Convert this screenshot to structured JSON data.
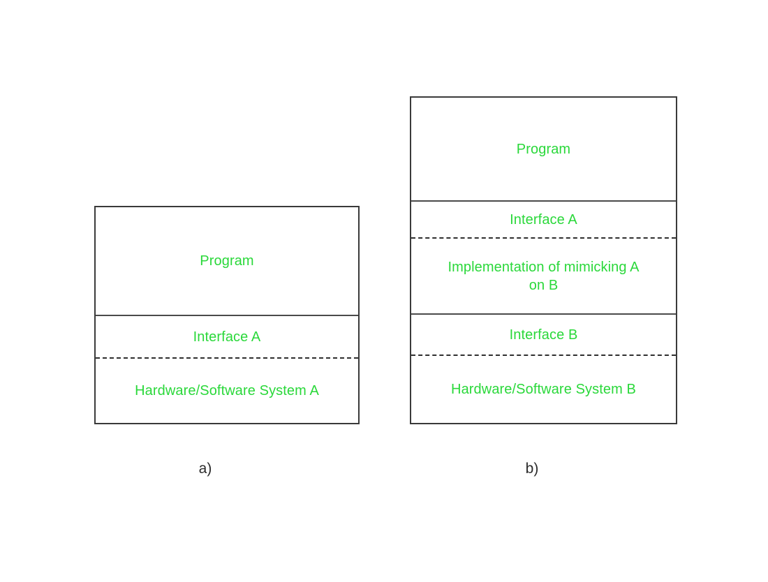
{
  "figure": {
    "background_color": "#ffffff",
    "text_color": "#2ad83a",
    "border_color": "#3a3a3a",
    "caption_color": "#2b2b2b"
  },
  "panel_a": {
    "caption": "a)",
    "bands": [
      {
        "id": "program",
        "label": "Program"
      },
      {
        "id": "interface",
        "label": "Interface A"
      },
      {
        "id": "system",
        "label": "Hardware/Software System A"
      }
    ],
    "dividers": [
      {
        "id": "program-interface-rule",
        "style": "solid"
      },
      {
        "id": "interface-system-rule",
        "style": "dashed"
      }
    ]
  },
  "panel_b": {
    "caption": "b)",
    "bands": [
      {
        "id": "program",
        "label": "Program"
      },
      {
        "id": "interface-a",
        "label": "Interface A"
      },
      {
        "id": "impl",
        "label": "Implementation of mimicking A\non B"
      },
      {
        "id": "interface-b",
        "label": "Interface B"
      },
      {
        "id": "system",
        "label": "Hardware/Software System B"
      }
    ],
    "dividers": [
      {
        "id": "program-interfacea-rule",
        "style": "solid"
      },
      {
        "id": "interfacea-impl-rule",
        "style": "dashed"
      },
      {
        "id": "impl-interfaceb-rule",
        "style": "solid"
      },
      {
        "id": "interfaceb-system-rule",
        "style": "dashed"
      }
    ]
  }
}
